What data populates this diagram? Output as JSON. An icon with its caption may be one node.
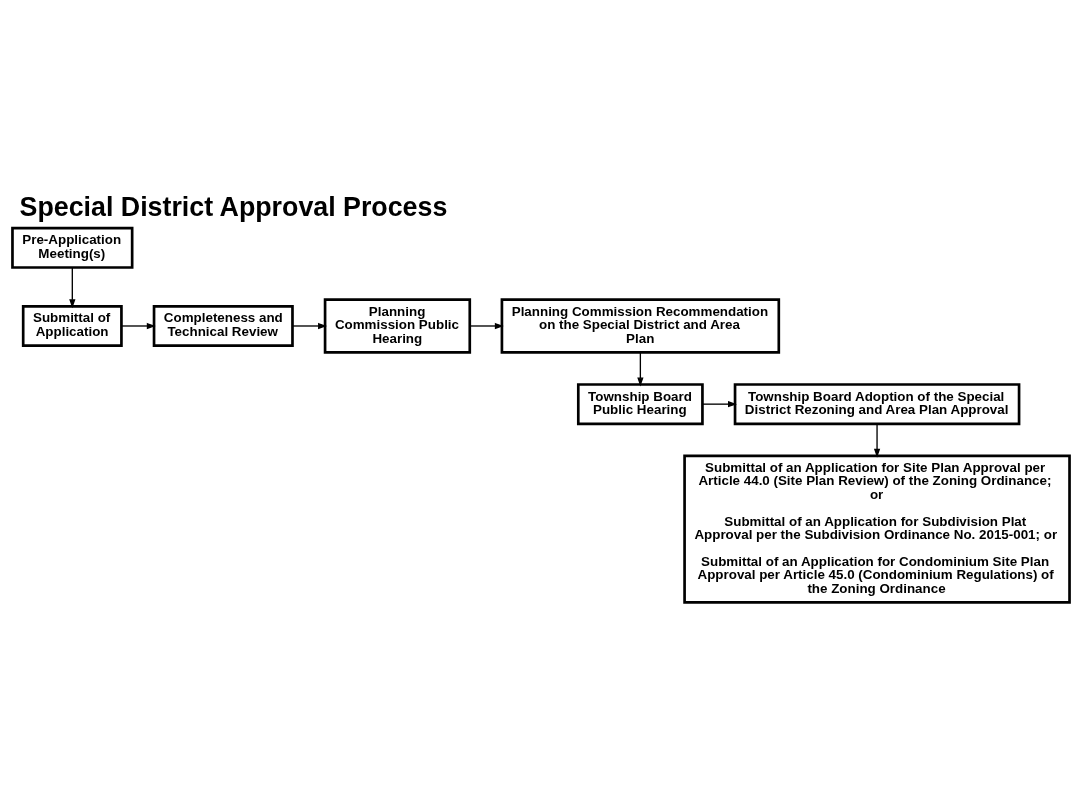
{
  "diagram": {
    "title": "Special District Approval Process",
    "nodes": [
      {
        "text": [
          "Pre-Application Meeting(s)"
        ]
      },
      {
        "text": [
          "Submittal of Application"
        ]
      },
      {
        "text": [
          "Completeness and Technical Review"
        ]
      },
      {
        "text": [
          "Planning Commission Public Hearing"
        ]
      },
      {
        "text": [
          "Planning Commission Recommendation on the Special District and Area Plan"
        ]
      },
      {
        "text": [
          "Township Board Public Hearing"
        ]
      },
      {
        "text": [
          "Township Board Adoption of the Special District Rezoning and Area Plan Approval"
        ]
      },
      {
        "text": [
          "Submittal of an Application for Site Plan Approval per Article 44.0 (Site Plan Review) of the Zoning Ordinance; or",
          "Submittal of an Application for Subdivision Plat Approval per the Subdivision Ordinance No. 2015-001; or",
          "Submittal of an Application for Condominium Site Plan Approval per Article 45.0 (Condominium Regulations) of the Zoning Ordinance"
        ]
      }
    ],
    "edges": [
      {
        "from": 0,
        "to": 1,
        "arrow": "to"
      },
      {
        "from": 1,
        "to": 2,
        "arrow": "to"
      },
      {
        "from": 2,
        "to": 3,
        "arrow": "to"
      },
      {
        "from": 3,
        "to": 4,
        "arrow": "to"
      },
      {
        "from": 4,
        "to": 5,
        "arrow": "to"
      },
      {
        "from": 5,
        "to": 6,
        "arrow": "to"
      },
      {
        "from": 6,
        "to": 7,
        "arrow": "to"
      }
    ]
  }
}
